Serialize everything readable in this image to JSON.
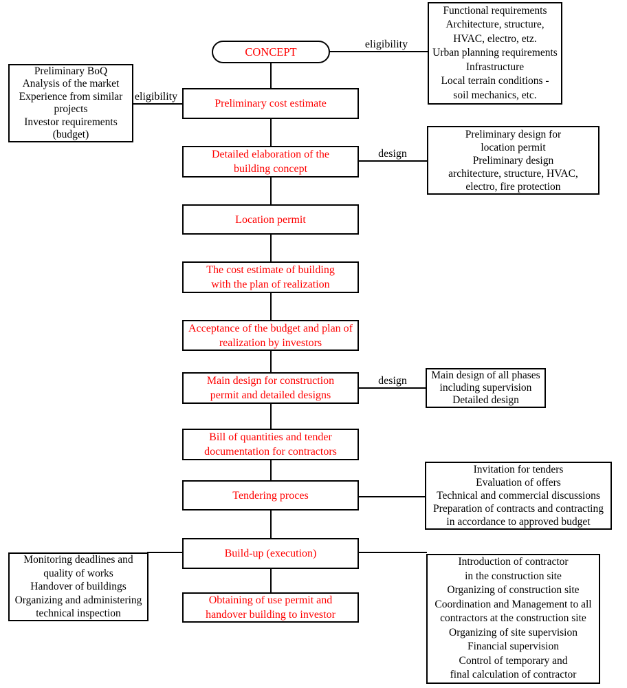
{
  "colors": {
    "flow_text": "#fe0000",
    "annotation_text": "#000000",
    "line": "#000000",
    "background": "#ffffff"
  },
  "concept": {
    "label": "CONCEPT"
  },
  "flow": [
    {
      "label": "Preliminary cost estimate"
    },
    {
      "label": "Detailed elaboration of the\nbuilding concept"
    },
    {
      "label": "Location permit"
    },
    {
      "label": "The cost estimate of building\nwith the plan of realization"
    },
    {
      "label": "Acceptance of the budget and plan of\nrealization by investors"
    },
    {
      "label": "Main design for construction\npermit and detailed designs"
    },
    {
      "label": "Bill of quantities and tender\ndocumentation for contractors"
    },
    {
      "label": "Tendering proces"
    },
    {
      "label": "Build-up (execution)"
    },
    {
      "label": "Obtaining of use permit and\nhandover building to investor"
    }
  ],
  "annotations": {
    "investor_inputs": "Preliminary BoQ\nAnalysis of the market\nExperience from similar\nprojects\nInvestor requirements\n(budget)",
    "functional_requirements": "Functional requirements\nArchitecture, structure,\nHVAC, electro, etz.\nUrban planning requirements\nInfrastructure\nLocal terrain conditions -\nsoil mechanics, etc.",
    "preliminary_design": "Preliminary design for\nlocation permit\nPreliminary design\narchitecture, structure, HVAC,\nelectro, fire protection",
    "main_design_phases": "Main design of all phases\nincluding supervision\nDetailed design",
    "tendering_activities": "Invitation for tenders\nEvaluation of offers\nTechnical and commercial discussions\nPreparation of contracts and contracting\nin accordance to approved budget",
    "monitoring": "Monitoring deadlines and\nquality of works\nHandover of buildings\nOrganizing and administering\ntechnical inspection",
    "execution_activities": "Introduction of contractor\nin the construction site\nOrganizing of construction site\nCoordination and Management to all\ncontractors at the construction site\nOrganizing of site supervision\nFinancial supervision\nControl of temporary and\nfinal calculation of contractor"
  },
  "edge_labels": {
    "concept_requirements": "eligibility",
    "inputs_estimate": "eligibility",
    "elaboration_design": "design",
    "main_design": "design"
  }
}
